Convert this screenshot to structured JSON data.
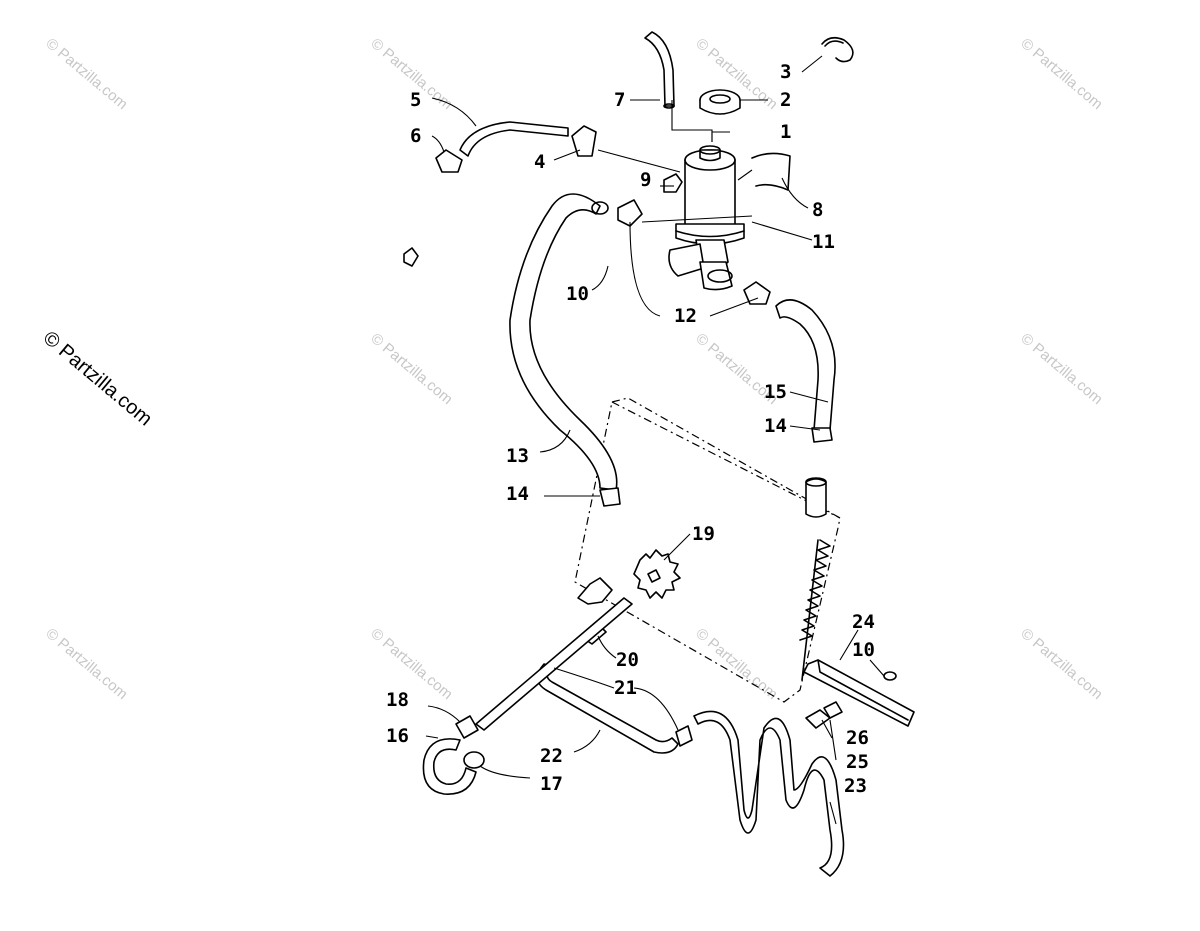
{
  "watermark": {
    "text": "© Partzilla.com",
    "prominent_text": "© Partzilla.com",
    "color": "#c7c7c7"
  },
  "callouts": {
    "c1": "1",
    "c2": "2",
    "c3": "3",
    "c4": "4",
    "c5": "5",
    "c6": "6",
    "c7": "7",
    "c8": "8",
    "c9": "9",
    "c10a": "10",
    "c10b": "10",
    "c11": "11",
    "c12": "12",
    "c13": "13",
    "c14a": "14",
    "c14b": "14",
    "c15": "15",
    "c16": "16",
    "c17": "17",
    "c18": "18",
    "c19": "19",
    "c20": "20",
    "c21": "21",
    "c22": "22",
    "c23": "23",
    "c24": "24",
    "c25": "25",
    "c26": "26"
  }
}
